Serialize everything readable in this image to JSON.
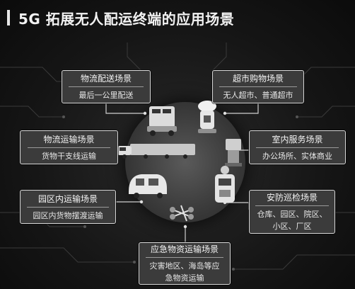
{
  "header": {
    "title": "5G 拓展无人配运终端的应用场景"
  },
  "scenarios": [
    {
      "title": "物流配送场景",
      "desc": [
        "最后一公里配送"
      ]
    },
    {
      "title": "超市购物场景",
      "desc": [
        "无人超市、普通超市"
      ]
    },
    {
      "title": "物流运输场景",
      "desc": [
        "货物干支线运输"
      ]
    },
    {
      "title": "室内服务场景",
      "desc": [
        "办公场所、实体商业"
      ]
    },
    {
      "title": "园区内运输场景",
      "desc": [
        "园区内货物摆渡运输"
      ]
    },
    {
      "title": "安防巡检场景",
      "desc": [
        "仓库、园区、院区、",
        "小区、厂区"
      ]
    },
    {
      "title": "应急物资运输场景",
      "desc": [
        "灾害地区、海岛等应",
        "急物资运输"
      ]
    }
  ],
  "icons": {
    "delivery_robot": "delivery-robot-icon",
    "supermarket_robot": "supermarket-robot-icon",
    "truck": "truck-icon",
    "service_robot": "service-robot-icon",
    "shuttle_vehicle": "shuttle-vehicle-icon",
    "patrol_robot": "patrol-robot-icon",
    "drone": "drone-icon"
  }
}
